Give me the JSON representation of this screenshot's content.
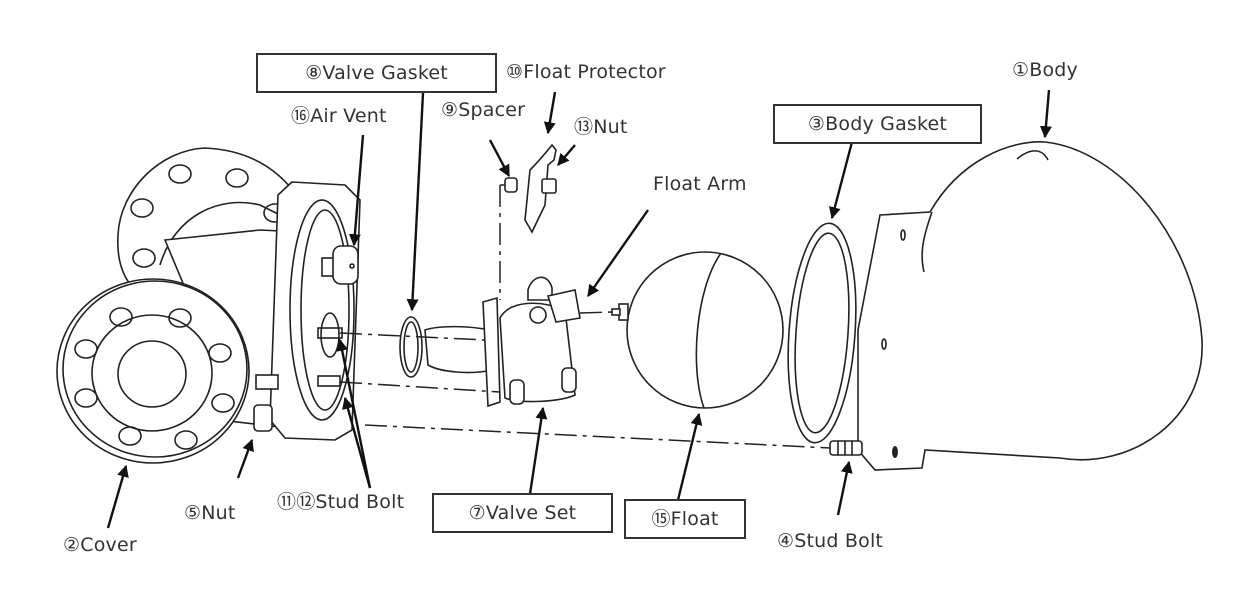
{
  "diagram": {
    "title": "Float trap exploded parts diagram",
    "labels": {
      "valve_gasket": "⑧Valve Gasket",
      "float_protector": "⑩Float Protector",
      "air_vent": "⑯Air Vent",
      "spacer": "⑨Spacer",
      "nut_13": "⑬Nut",
      "body": "①Body",
      "body_gasket": "③Body Gasket",
      "float_arm": "Float Arm",
      "cover": "②Cover",
      "nut_5": "⑤Nut",
      "stud_bolt_11_12": "⑪⑫Stud Bolt",
      "valve_set": "⑦Valve Set",
      "float": "⑮Float",
      "stud_bolt_4": "④Stud Bolt"
    },
    "parts": [
      {
        "number": 1,
        "name": "Body",
        "boxed": false
      },
      {
        "number": 2,
        "name": "Cover",
        "boxed": false
      },
      {
        "number": 3,
        "name": "Body Gasket",
        "boxed": true
      },
      {
        "number": 4,
        "name": "Stud Bolt",
        "boxed": false
      },
      {
        "number": 5,
        "name": "Nut",
        "boxed": false
      },
      {
        "number": 7,
        "name": "Valve Set",
        "boxed": true
      },
      {
        "number": 8,
        "name": "Valve Gasket",
        "boxed": true
      },
      {
        "number": 9,
        "name": "Spacer",
        "boxed": false
      },
      {
        "number": 10,
        "name": "Float Protector",
        "boxed": false
      },
      {
        "number": 11,
        "name": "Stud Bolt",
        "boxed": false
      },
      {
        "number": 12,
        "name": "Stud Bolt",
        "boxed": false
      },
      {
        "number": 13,
        "name": "Nut",
        "boxed": false
      },
      {
        "number": 15,
        "name": "Float",
        "boxed": true
      },
      {
        "number": 16,
        "name": "Air Vent",
        "boxed": false
      },
      {
        "number": null,
        "name": "Float Arm",
        "boxed": false
      }
    ]
  }
}
